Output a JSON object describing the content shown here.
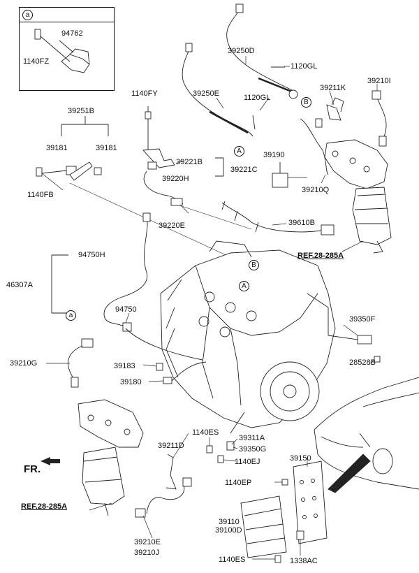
{
  "inset": {
    "marker": "a",
    "parts": [
      "94762",
      "1140FZ"
    ]
  },
  "part_numbers": {
    "p39250D": "39250D",
    "p1120GL_a": "1120GL",
    "p39210I": "39210I",
    "p39211K": "39211K",
    "p1140FY": "1140FY",
    "p39250E": "39250E",
    "p1120GL_b": "1120GL",
    "p39251B": "39251B",
    "p39181_l": "39181",
    "p39181_r": "39181",
    "p39190": "39190",
    "p39221B": "39221B",
    "p39221C": "39221C",
    "p39220H": "39220H",
    "p1140FB": "1140FB",
    "p39210Q": "39210Q",
    "p39220E": "39220E",
    "p39610B": "39610B",
    "p94750H": "94750H",
    "p46307A": "46307A",
    "p94750": "94750",
    "p39350F": "39350F",
    "p39210G": "39210G",
    "p28528B": "28528B",
    "p39183": "39183",
    "p39180": "39180",
    "p1140ES_a": "1140ES",
    "p39311A": "39311A",
    "p39211D": "39211D",
    "p39350G": "39350G",
    "p1140EJ": "1140EJ",
    "p39150": "39150",
    "p1140EP": "1140EP",
    "p39110": "39110",
    "p39100D": "39100D",
    "p39210E": "39210E",
    "p39210J": "39210J",
    "p1140ES_b": "1140ES",
    "p1338AC": "1338AC"
  },
  "references": {
    "ref_top": "REF.28-285A",
    "ref_bottom": "REF.28-285A"
  },
  "direction": {
    "label": "FR."
  },
  "callouts": {
    "a_main": "a",
    "A_top": "A",
    "A_engine": "A",
    "B_top": "B",
    "B_engine": "B"
  }
}
